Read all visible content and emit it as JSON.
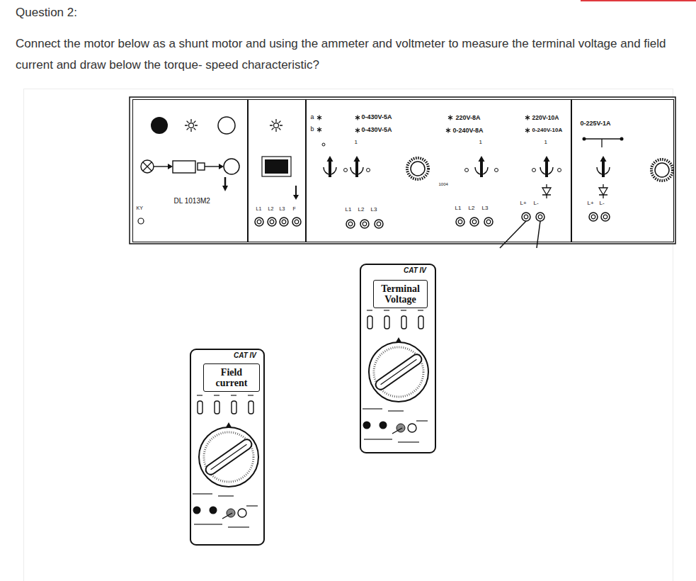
{
  "diagram": {
    "title": "Question 2:",
    "nodes": [
      {
        "text": [
          "DL 1013M2",
          "KY"
        ]
      },
      {
        "text": [
          "L1",
          "L2",
          "L3",
          "F"
        ]
      },
      {
        "text": [
          "a",
          "b",
          "0-430V-5A",
          "0-430V-5A",
          "1",
          "L1",
          "L2",
          "L3",
          "1004",
          "220V-8A",
          "0-240V-8A",
          "1",
          "L1",
          "L2",
          "L3",
          "220V-10A",
          "0-240V-10A",
          "1",
          "L+",
          "L-"
        ]
      },
      {
        "text": [
          "0-225V-1A",
          "L+",
          "L-"
        ]
      },
      {
        "text": [
          "CAT IV"
        ]
      },
      {
        "text": [
          "Terminal Voltage"
        ],
        "in": 4
      },
      {
        "text": [
          "CAT IV"
        ]
      },
      {
        "text": [
          "Field current"
        ],
        "in": 6
      }
    ],
    "labels": [
      "Connect the motor below as a shunt motor and using the ammeter and voltmeter to measure the terminal voltage and field current and draw below the torque- speed characteristic?"
    ]
  }
}
